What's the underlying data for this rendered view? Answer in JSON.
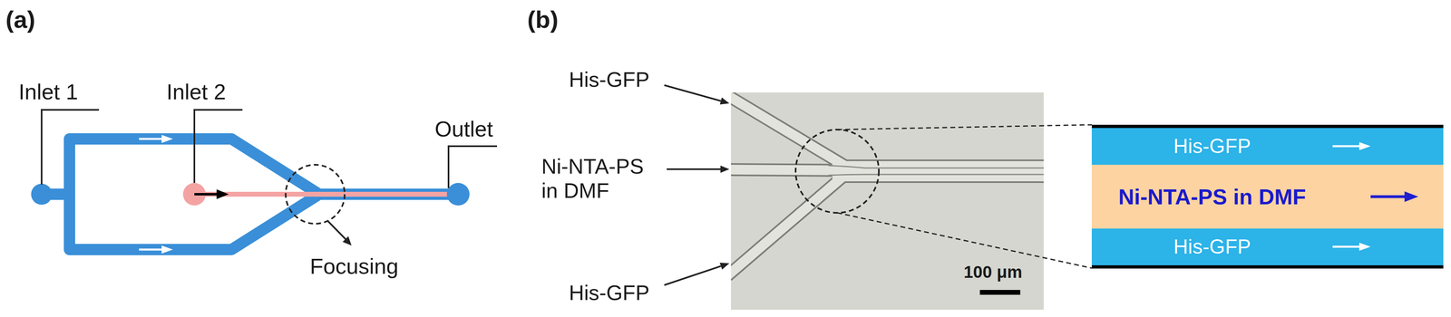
{
  "diagram": {
    "nodes": [
      {
        "text": [
          "His-GFP"
        ]
      },
      {
        "text": [
          "Ni-NTA-PS in DMF"
        ]
      },
      {
        "text": [
          "His-GFP"
        ]
      }
    ],
    "labels": [
      "(a)",
      "Inlet 1",
      "Inlet 2",
      "Outlet",
      "Focusing",
      "(b)",
      "His-GFP",
      "Ni-NTA-PS in DMF",
      "His-GFP",
      "100 μm"
    ]
  }
}
